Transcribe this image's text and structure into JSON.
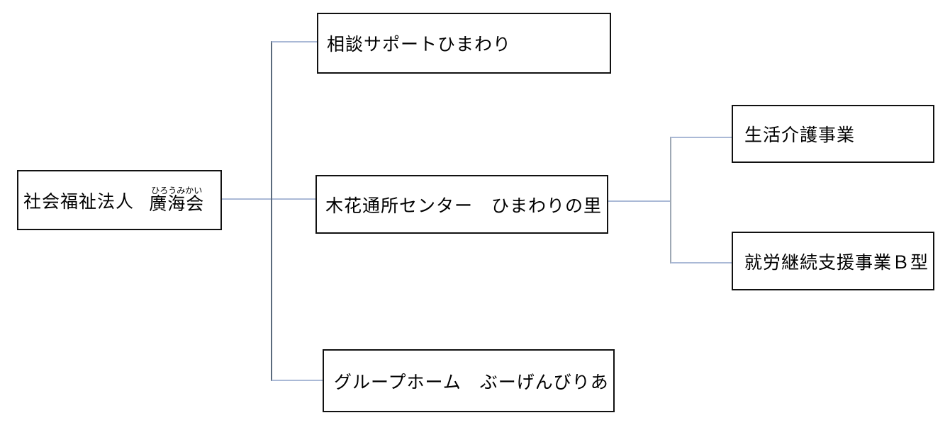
{
  "diagram": {
    "root": {
      "org_type": "社会福祉法人",
      "org_name": "廣海会",
      "org_name_furigana": "ひろうみかい"
    },
    "divisions": [
      {
        "label": "相談サポートひまわり"
      },
      {
        "label": "木花通所センター　ひまわりの里"
      },
      {
        "label": "グループホーム　ぶーげんびりあ"
      }
    ],
    "services": [
      {
        "label": "生活介護事業",
        "parent": "木花通所センター　ひまわりの里"
      },
      {
        "label": "就労継続支援事業Ｂ型",
        "parent": "木花通所センター　ひまわりの里"
      }
    ]
  },
  "colors": {
    "background": "#ffffff",
    "box_border": "#111111",
    "text_color": "#000000",
    "connector_light": "#aab9d6",
    "connector_dark": "#5a6a7c",
    "connector_gray": "#9fa9b5"
  }
}
